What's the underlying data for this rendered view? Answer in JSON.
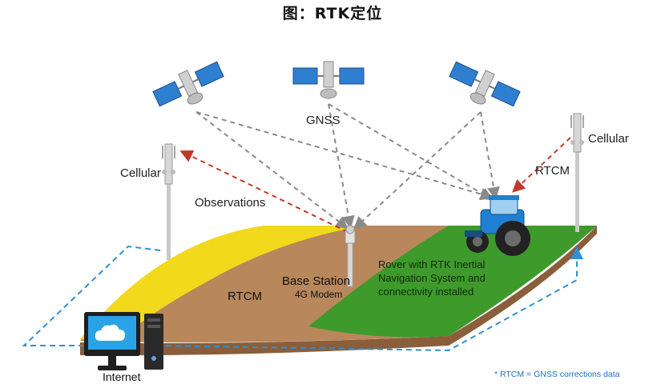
{
  "title": "图：RTK定位",
  "labels": {
    "gnss": "GNSS",
    "cellular_left": "Cellular",
    "cellular_right": "Cellular",
    "observations": "Observations",
    "rtcm_right": "RTCM",
    "rtcm_field": "RTCM",
    "base_station": "Base Station",
    "modem": "4G Modem",
    "rover": "Rover with RTK Inertial\nNavigation System and\nconnectivity installed",
    "internet": "Internet"
  },
  "footnote": "* RTCM = GNSS corrections data",
  "colors": {
    "yellow_field": "#f2d91c",
    "brown_soil": "#b8875c",
    "green_field": "#3f9a2c",
    "earth_side": "#8a5e3a",
    "gnss_link": "#8a8a8a",
    "observations_link": "#c0392b",
    "internet_link": "#2e8fd6",
    "tractor": "#1f7fd0"
  }
}
